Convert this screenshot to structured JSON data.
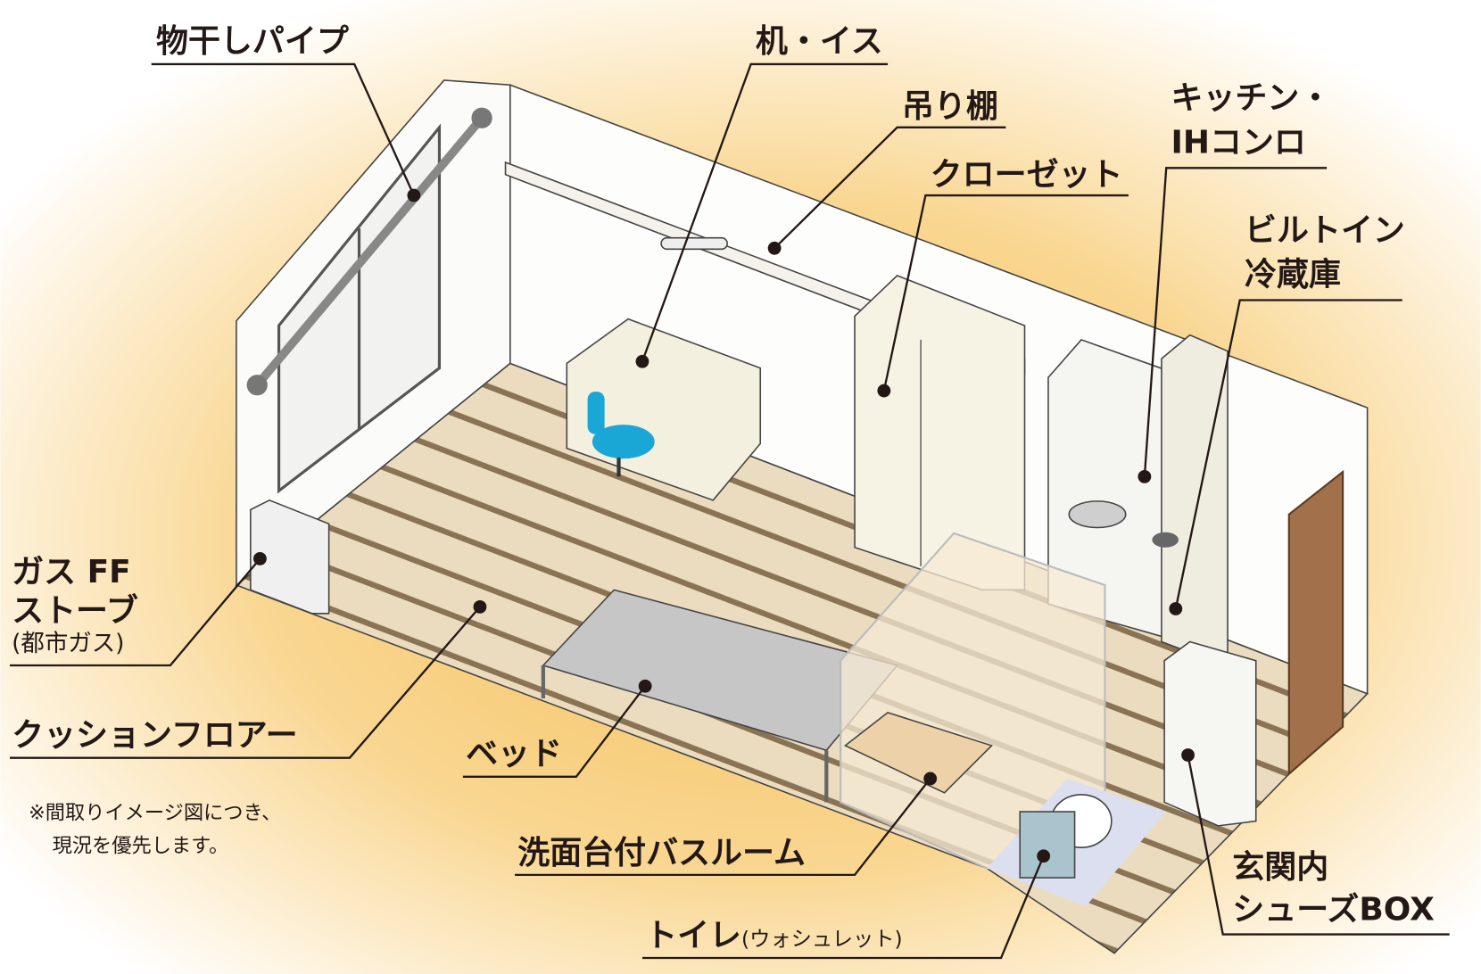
{
  "labels": {
    "drying_pipe": "物干しパイプ",
    "desk_chair": "机・イス",
    "hanging_shelf": "吊り棚",
    "closet": "クローゼット",
    "kitchen_line1": "キッチン・",
    "kitchen_line2": "IHコンロ",
    "fridge_line1": "ビルトイン",
    "fridge_line2": "冷蔵庫",
    "stove_line1": "ガス FF",
    "stove_line2": "ストーブ",
    "stove_line3": "(都市ガス)",
    "cushion_floor": "クッションフロアー",
    "bed": "ベッド",
    "bathroom": "洗面台付バスルーム",
    "toilet": "トイレ",
    "toilet_sub": "(ウォシュレット)",
    "shoebox_line1": "玄関内",
    "shoebox_line2": "シューズBOX"
  },
  "note": {
    "line1": "※間取りイメージ図につき、",
    "line2": "現況を優先します。"
  },
  "colors": {
    "glow": "#f8c870",
    "floor": "#e9d7b9",
    "door": "#a2704a",
    "chair": "#1aa7d6"
  }
}
